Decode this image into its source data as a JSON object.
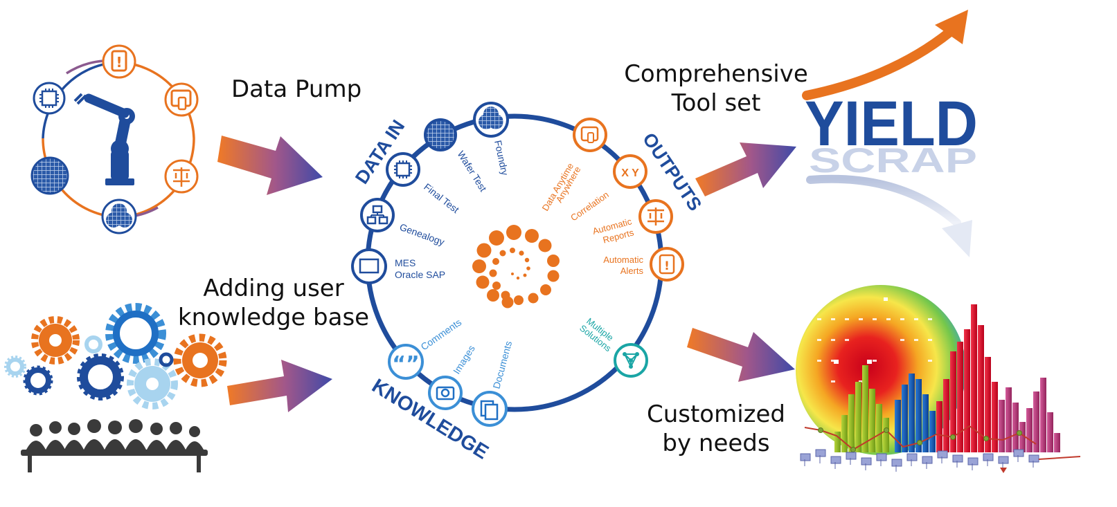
{
  "labels": {
    "data_pump": "Data Pump",
    "adding_line1": "Adding user",
    "adding_line2": "knowledge base",
    "comprehensive_line1": "Comprehensive",
    "comprehensive_line2": "Tool set",
    "customized_line1": "Customized",
    "customized_line2": "by needs"
  },
  "ring": {
    "arc_data_in": "DATA IN",
    "arc_outputs": "OUTPUTS",
    "arc_knowledge": "KNOWLEDGE",
    "data_in_items": {
      "foundry": "Foundry",
      "wafer_test": "Wafer Test",
      "final_test": "Final Test",
      "genealogy": "Genealogy",
      "mes_line1": "MES",
      "mes_line2": "Oracle SAP"
    },
    "outputs_items": {
      "anytime_line1": "Data Anytime",
      "anytime_line2": "Anywhere",
      "correlation": "Correlation",
      "reports_line1": "Automatic",
      "reports_line2": "Reports",
      "alerts_line1": "Automatic",
      "alerts_line2": "Alerts",
      "xy": "X Y"
    },
    "knowledge_items": {
      "comments": "Comments",
      "images": "Images",
      "documents": "Documents",
      "solutions_line1": "Multiple",
      "solutions_line2": "Solutions",
      "quote_glyph": "“”"
    }
  },
  "yield_logo": {
    "yield": "YIELD",
    "scrap": "SCRAP"
  },
  "robot_cycle": {
    "alert_glyph": "!"
  },
  "colors": {
    "blue": "#1f4c9c",
    "orange": "#e8731f",
    "teal": "#1aa5a5",
    "light_blue": "#3b8fd6",
    "gear_light": "#a8d4ef"
  }
}
